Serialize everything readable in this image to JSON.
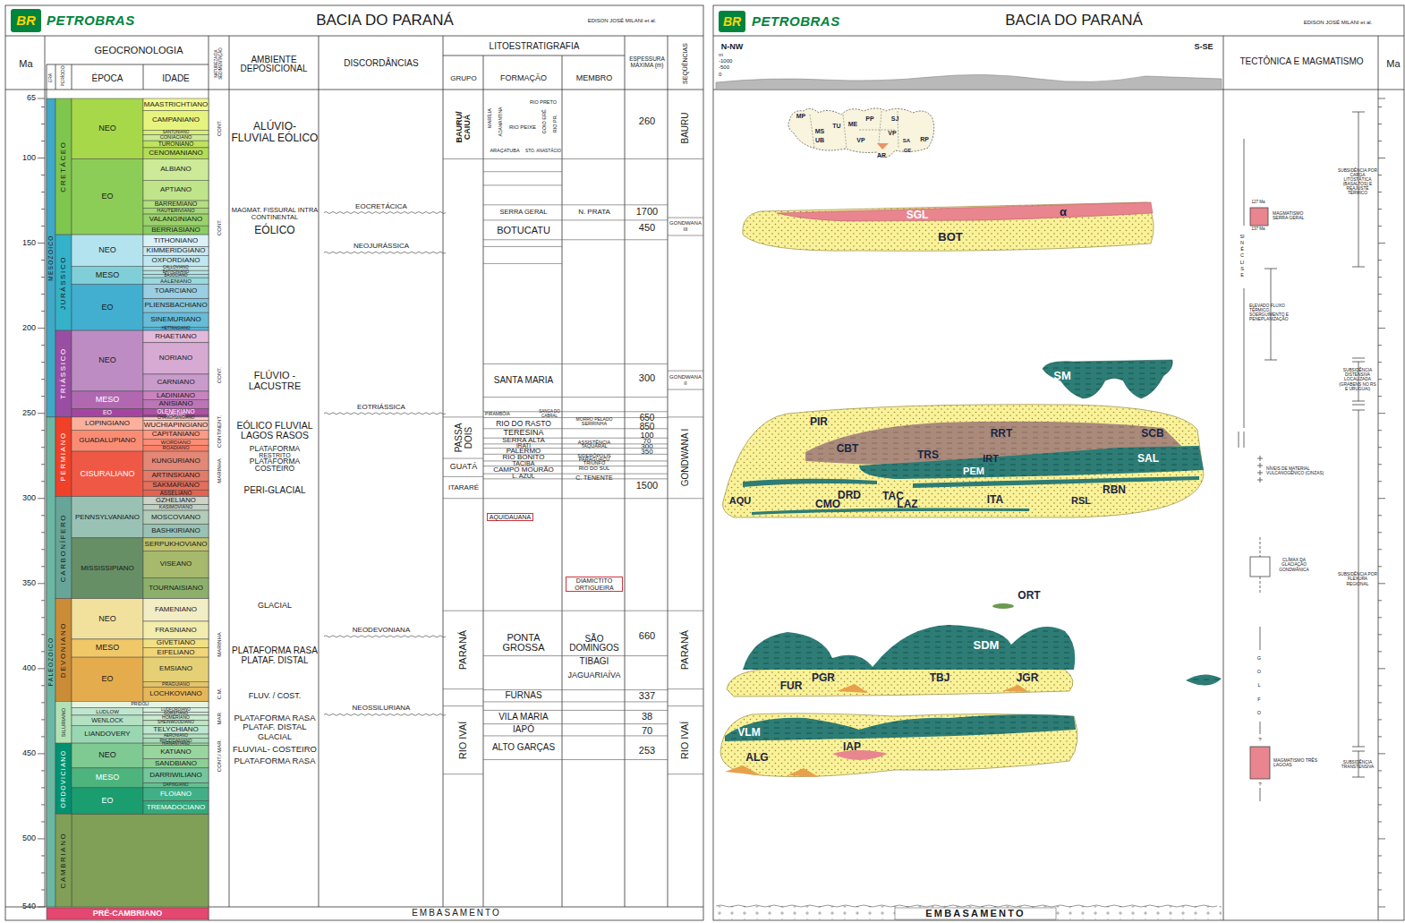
{
  "diagram": {
    "labels": [
      "BR",
      "PETROBRAS",
      "BACIA DO PARANÁ",
      "EDISON JOSÉ MILANI et al.",
      "Ma",
      "GEOCRONOLOGIA",
      "ERA",
      "PERÍODO",
      "ÉPOCA",
      "IDADE",
      "NATUREZA DA SEDIMENTAÇÃO",
      "AMBIENTE DEPOSICIONAL",
      "DISCORDÂNCIAS",
      "LITOESTRATIGRAFIA",
      "GRUPO",
      "FORMAÇÃO",
      "MEMBRO",
      "ESPESSURA MÁXIMA (m)",
      "SEQÜÊNCIAS",
      "65",
      "100",
      "150",
      "200",
      "250",
      "300",
      "350",
      "400",
      "450",
      "500",
      "540",
      "MESOZOICO",
      "PALEOZOICO",
      "CRETÁCEO",
      "JURÁSSICO",
      "TRIÁSSICO",
      "PERMIANO",
      "CARBONÍFERO",
      "DEVONIANO",
      "SILURIANO",
      "ORDOVICIANO",
      "CAMBRIANO",
      "NEO",
      "EO",
      "NEO",
      "MESO",
      "EO",
      "NEO",
      "MESO",
      "EO",
      "LOPINGIANO",
      "GUADALUPIANO",
      "CISURALIANO",
      "PENNSYLVANIANO",
      "MISSISSIPIANO",
      "NEO",
      "MESO",
      "EO",
      "PRIDOLI",
      "LUDLOW",
      "WENLOCK",
      "LIANDOVERY",
      "NEO",
      "MESO",
      "EO",
      "MAASTRICHTIANO",
      "CAMPANIANO",
      "SANTONIANO",
      "CONIACIANO",
      "TURONIANO",
      "CENOMANIANO",
      "ALBIANO",
      "APTIANO",
      "BARREMIANO",
      "HAUTERIVIANO",
      "VALANGINIANO",
      "BERRIASIANO",
      "TITHONIANO",
      "KIMMERIDGIANO",
      "OXFORDIANO",
      "CALLOVIANO",
      "BATHONIANO",
      "BAJOCIANO",
      "AALENIANO",
      "TOARCIANO",
      "PLIENSBACHIANO",
      "SINEMURIANO",
      "HETTANGIANO",
      "RHAETIANO",
      "NORIANO",
      "CARNIANO",
      "LADINIANO",
      "ANISIANO",
      "OLENEKIANO",
      "INDUANO",
      "CHANGHSINGIANO",
      "WUCHIAPINGIANO",
      "CAPITANIANO",
      "WORDIANO",
      "ROADIANO",
      "KUNGURIANO",
      "ARTINSKIANO",
      "SAKMARIANO",
      "ASSELIANO",
      "GZHELIANO",
      "KASIMOVIANO",
      "MOSCOVIANO",
      "BASHKIRIANO",
      "SERPUKHOVIANO",
      "VISEANO",
      "TOURNAISIANO",
      "FAMENIANO",
      "FRASNIANO",
      "GIVETIANO",
      "EIFELIANO",
      "EMSIANO",
      "PRAGUIANO",
      "LOCHKOVIANO",
      "LUDFORDIANO",
      "GORSTIANO",
      "HOMERIANO",
      "SHEINWOODIANO",
      "TELYCHIANO",
      "AERONIANO",
      "RHUDDANIANO",
      "HIRNANTIANO",
      "KATIANO",
      "SANDBIANO",
      "DARRIWILIANO",
      "DAPINGIANO",
      "FLOIANO",
      "TREMADOCIANO",
      "CONT.",
      "CONT.",
      "CONT.",
      "CONTINENT.",
      "MARINHA",
      "MARINHA",
      "C.M.",
      "MAR.",
      "CONT./ MAR.",
      "ALÚVIO- FLUVIAL EÓLICO",
      "MAGMAT. FISSURAL INTRA CONTINENTAL",
      "EÓLICO",
      "FLÚVIO - LACUSTRE",
      "EÓLICO FLUVIAL LAGOS RASOS",
      "PLATAFORMA",
      "RESTRITO",
      "PLATAFORMA",
      "COSTEIRO",
      "PERI-GLACIAL",
      "GLACIAL",
      "PLATAFORMA RASA PLATAF. DISTAL",
      "FLUV. / COST.",
      "PLATAFORMA RASA PLATAF. DISTAL",
      "GLACIAL",
      "FLUVIAL- COSTEIRO",
      "PLATAFORMA RASA",
      "EOCRETÁCICA",
      "NEOJURÁSSICA",
      "EOTRIÁSSICA",
      "NEODEVONIANA",
      "NEOSSILURIANA",
      "BAURU/ CAIUÁ",
      "PASSA DOIS",
      "GUATÁ",
      "ITARARÉ",
      "PARANÁ",
      "RIO IVAÍ",
      "SERRA GERAL",
      "BOTUCATU",
      "SANTA MARIA",
      "PIRAMBÓIA",
      "SANGA DO CABRAL",
      "RIO DO RASTO",
      "TERESINA",
      "SERRA ALTA",
      "IRATI",
      "PALERMO",
      "RIO BONITO",
      "TACIBA",
      "CAMPO MOURÃO",
      "L. AZUL",
      "AQUIDAUANA",
      "PONTA GROSSA",
      "FURNAS",
      "VILA MARIA",
      "IAPÓ",
      "ALTO GARÇAS",
      "N. PRATA",
      "MORRO PELADO",
      "SERRINHA",
      "ASSISTÊNCIA",
      "TAQUARAL",
      "SIDERÓPOLIS",
      "PARAGUAÇU",
      "TRIUNFO",
      "RIO DO SUL",
      "C. TENENTE",
      "DIAMICTITO ORTIGUEIRA",
      "SÃO DOMINGOS",
      "TIBAGI",
      "JAGUARIAÍVA",
      "260",
      "1700",
      "450",
      "300",
      "650",
      "850",
      "100",
      "70",
      "300",
      "350",
      "1500",
      "660",
      "337",
      "38",
      "70",
      "253",
      "BAURU",
      "GONDWANA III",
      "GONDWANA II",
      "GONDWANA I",
      "PARANÁ",
      "RIO IVAÍ",
      "RIO PRETO",
      "MARÍLIA",
      "ADAMANTINA",
      "RIO PEIXE",
      "GOIO ERÊ",
      "RIO PR.",
      "ARAÇATUBA",
      "STO. ANASTÁCIO",
      "PRÉ-CAMBRIANO",
      "EMBASAMENTO",
      "BR",
      "PETROBRAS",
      "BACIA DO PARANÁ",
      "EDISON JOSÉ MILANI et al.",
      "N-NW",
      "S-SE",
      "m",
      "-1000",
      "-500",
      "0",
      "TECTÔNICA E MAGMATISMO",
      "Ma",
      "MP",
      "MS",
      "UB",
      "TU",
      "ME",
      "PP",
      "VP",
      "SJ",
      "VP",
      "SA",
      "GE",
      "RP",
      "AR",
      "SGL",
      "α",
      "BOT",
      "SM",
      "PIR",
      "RRT",
      "SCB",
      "CBT",
      "TRS",
      "IRT",
      "SAL",
      "PEM",
      "DRD",
      "TAC",
      "RBN",
      "RSL",
      "AQU",
      "CMO",
      "LAZ",
      "ITA",
      "ORT",
      "SDM",
      "PGR",
      "TBJ",
      "JGR",
      "FUR",
      "VLM",
      "IAP",
      "ALG",
      "SUBSIDÊNCIA POR CARGA LITOSTÁTICA (BASALTOS) E REAJUSTE TÉRMICO",
      "127 Ma",
      "137 Ma",
      "MAGMATISMO SERRA GERAL",
      "SINÉCLISE",
      "ELEVADO FLUXO TÉRMICO, SOERGUIMENTO E PENEPLANIZAÇÃO",
      "SUBSIDÊNCIA DISTENSIVA LOCALIZADA (GRABENS NO RS E URUGUAI)",
      "NÍVEIS DE MATERIAL VULCANOGÊNICO (CINZAS)",
      "CLÍMAX DA GLACIAÇÃO GONDWÂNICA",
      "SUBSIDÊNCIA POR FLEXURA REGIONAL",
      "GOLFO",
      "?",
      "?",
      "MAGMATISMO TRÊS LAGOAS",
      "SUBSIDÊNCIA TRANSTENSIVA",
      "EMBASAMENTO"
    ]
  }
}
